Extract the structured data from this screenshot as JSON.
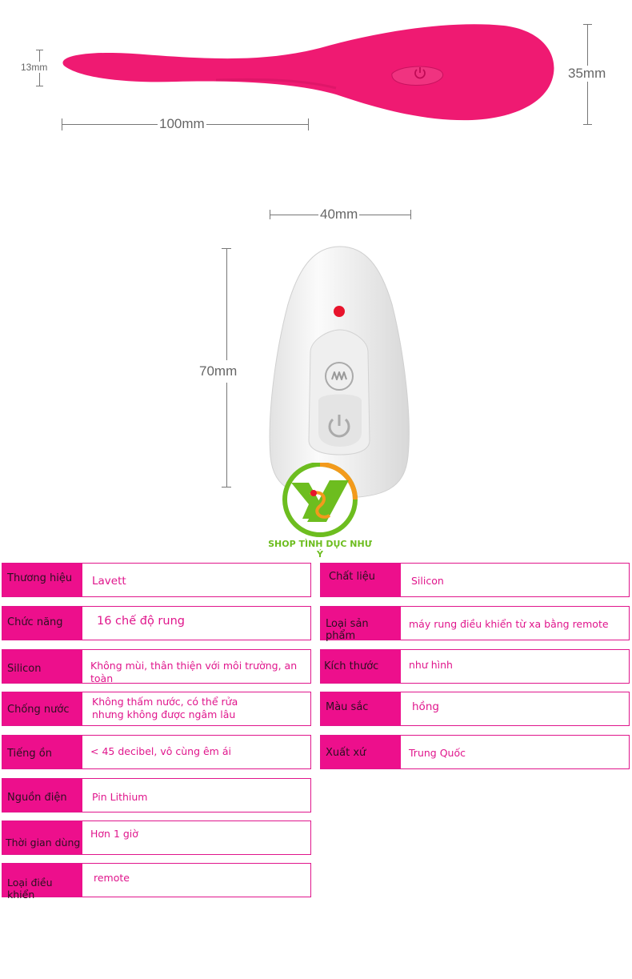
{
  "colors": {
    "accent": "#ed0f8c",
    "product": "#ef1a72",
    "logo_green": "#6dbd1f",
    "logo_orange": "#f39a1c"
  },
  "top_product": {
    "dim_tip": "13mm",
    "dim_length": "100mm",
    "dim_height": "35mm",
    "icon": "power-icon"
  },
  "remote": {
    "dim_width": "40mm",
    "dim_height": "70mm",
    "buttons": [
      {
        "icon": "vibration-icon"
      },
      {
        "icon": "power-icon"
      }
    ]
  },
  "logo": {
    "text": "SHOP TÌNH DỤC NHƯ Ý",
    "mark": "XY"
  },
  "specs_left": [
    {
      "label": "Thương hiệu",
      "value": "Lavett"
    },
    {
      "label": "Chức năng",
      "value": "16 chế độ rung"
    },
    {
      "label": "Silicon",
      "value": "Không mùi, thân thiện với môi trường, an toàn"
    },
    {
      "label": "Chống nước",
      "value": "Không thấm nước, có thể rửa",
      "value2": "nhưng không được ngâm lâu"
    },
    {
      "label": "Tiếng ồn",
      "value": "< 45 decibel, vô cùng êm ái"
    },
    {
      "label": "Nguồn điện",
      "value": "Pin Lithium"
    },
    {
      "label": "Thời gian dùng",
      "value": "Hơn 1 giờ"
    },
    {
      "label": "Loại điều khiển",
      "value": "remote"
    }
  ],
  "specs_right": [
    {
      "label": "Chất liệu",
      "value": "Silicon"
    },
    {
      "label": "Loại sản phẩm",
      "value": "máy rung điều khiển từ xa bằng remote"
    },
    {
      "label": "Kích thước",
      "value": "như hình"
    },
    {
      "label": "Màu sắc",
      "value": "hồng"
    },
    {
      "label": "Xuất xứ",
      "value": "Trung Quốc"
    }
  ]
}
